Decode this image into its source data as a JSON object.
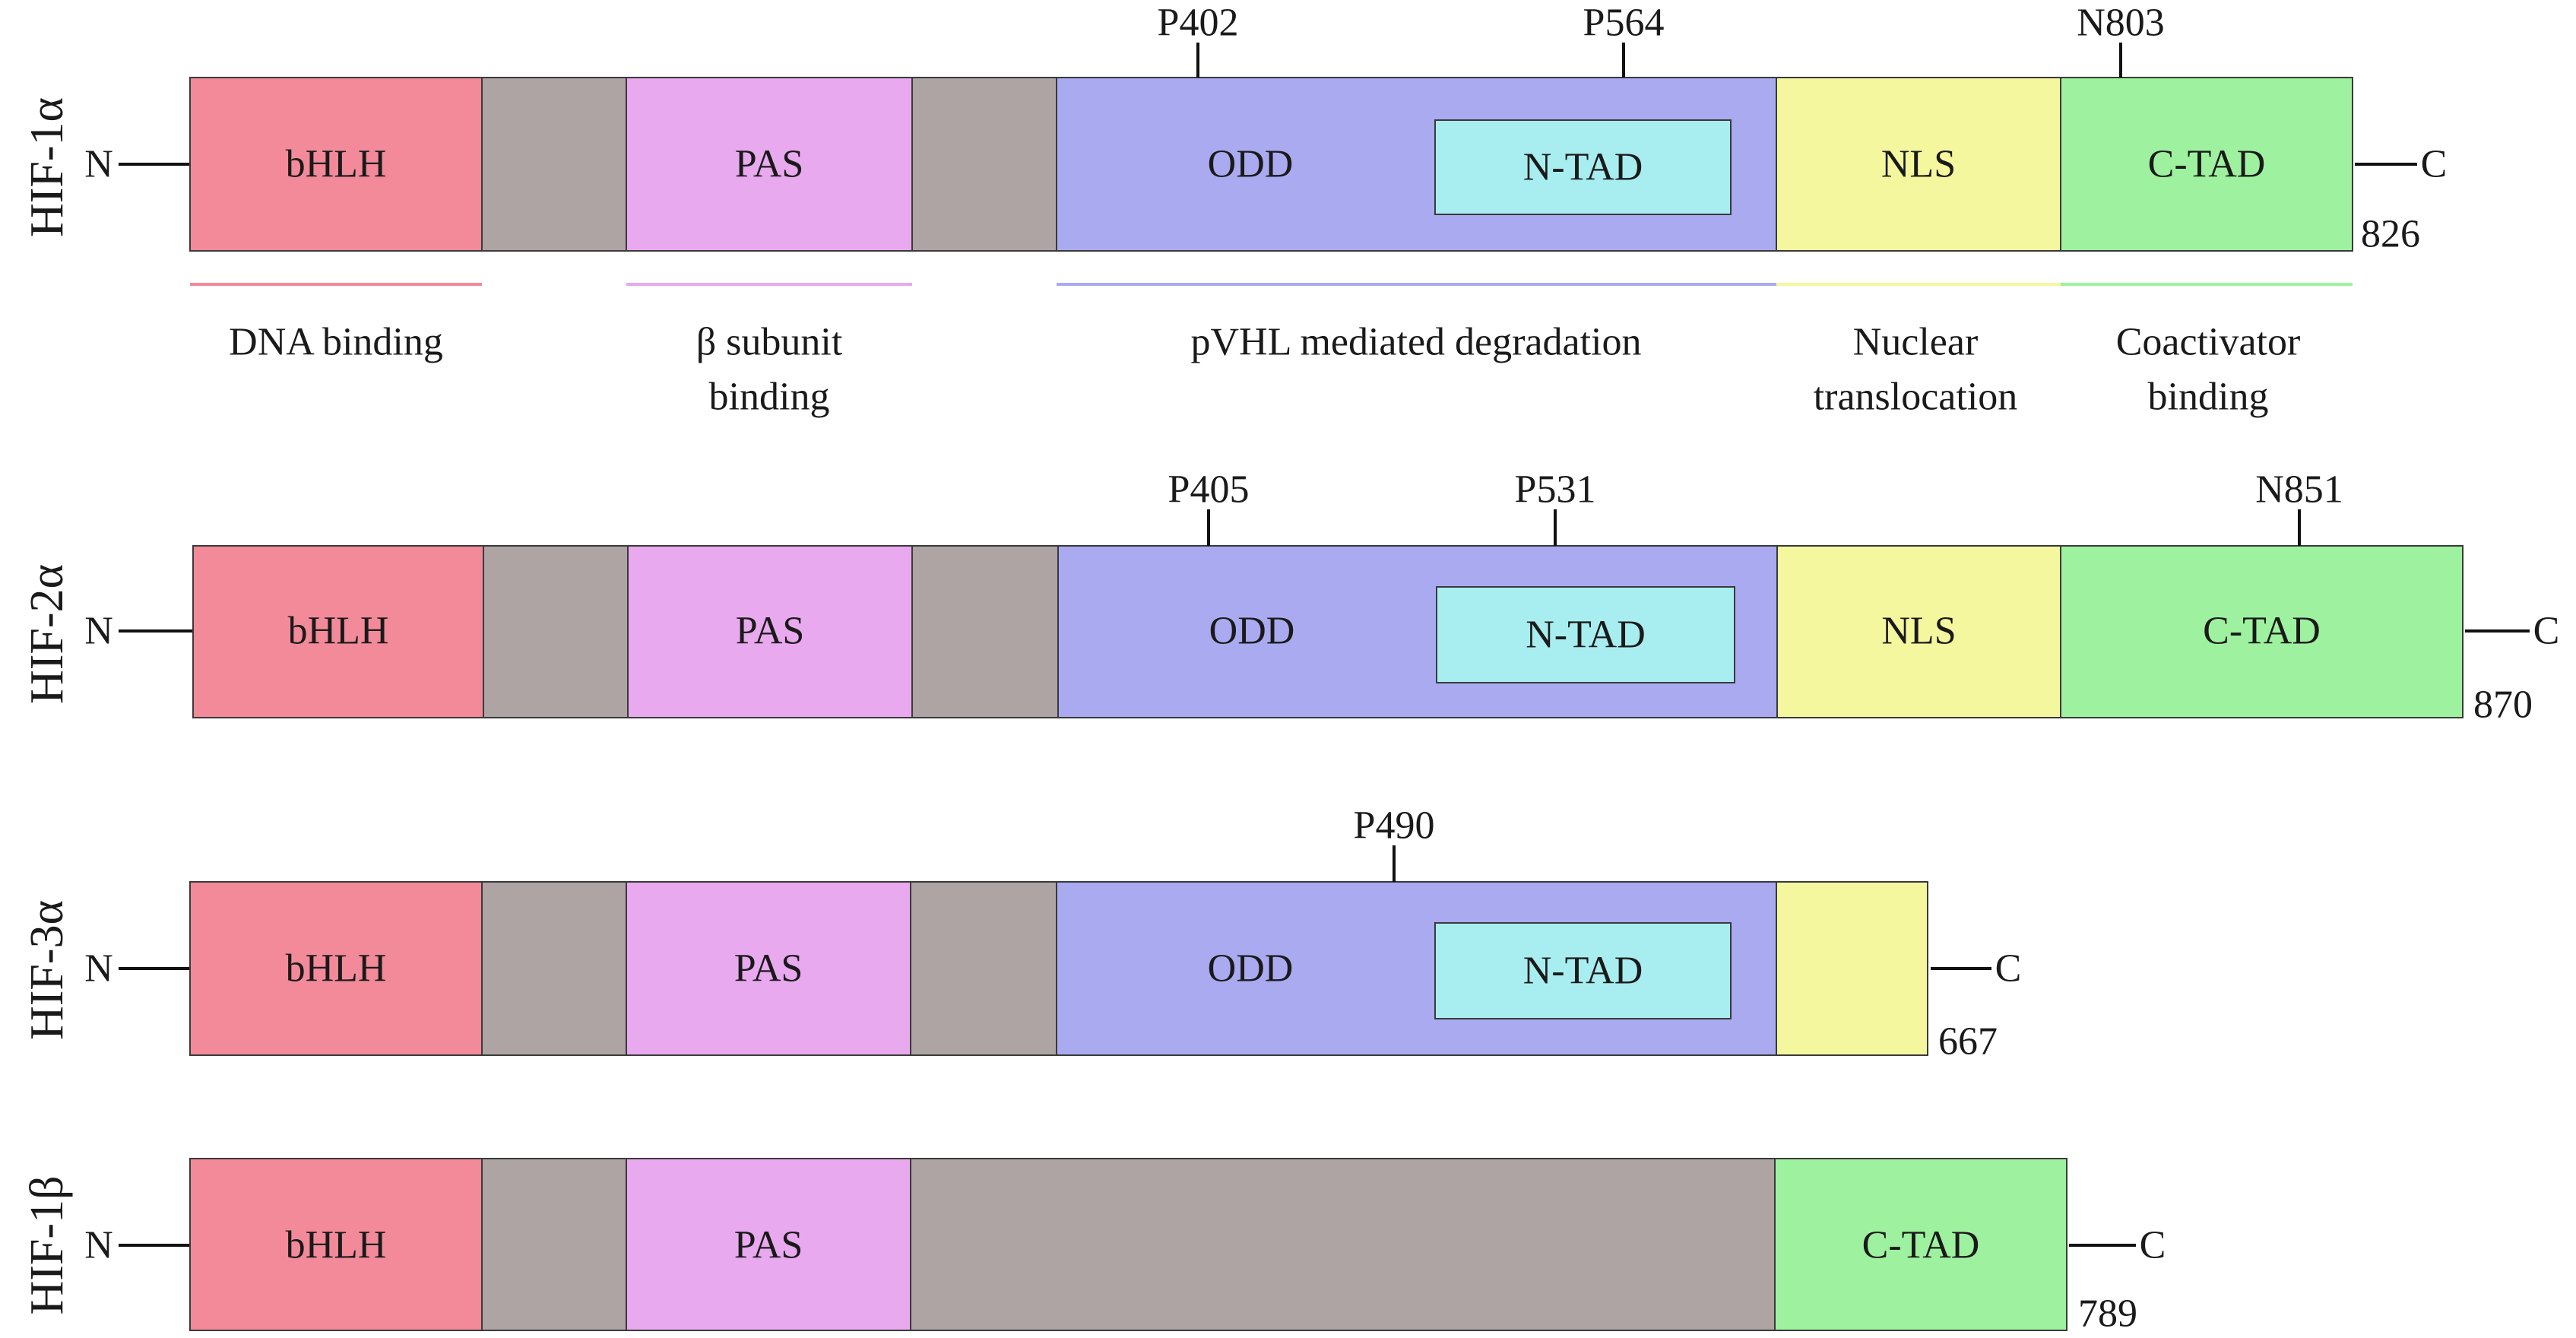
{
  "colors": {
    "bHLH": "#f28a9a",
    "linker": "#aea4a4",
    "PAS": "#e8a9ee",
    "ODD": "#aaaaf1",
    "NTAD": "#a8eef0",
    "NLS": "#f5f79f",
    "CTAD": "#9ef29f",
    "outline": "#3a3a3a"
  },
  "terminal_labels": {
    "n": "N",
    "c": "C"
  },
  "proteins": [
    {
      "name": "HIF-1α",
      "length": "826",
      "domains": [
        {
          "type": "bHLH",
          "label": "bHLH"
        },
        {
          "type": "linker",
          "label": ""
        },
        {
          "type": "PAS",
          "label": "PAS"
        },
        {
          "type": "linker",
          "label": ""
        },
        {
          "type": "ODD",
          "label": "ODD",
          "inner": "N-TAD"
        },
        {
          "type": "NLS",
          "label": "NLS"
        },
        {
          "type": "CTAD",
          "label": "C-TAD"
        }
      ],
      "sites": [
        "P402",
        "P564",
        "N803"
      ]
    },
    {
      "name": "HIF-2α",
      "length": "870",
      "domains": [
        {
          "type": "bHLH",
          "label": "bHLH"
        },
        {
          "type": "linker",
          "label": ""
        },
        {
          "type": "PAS",
          "label": "PAS"
        },
        {
          "type": "linker",
          "label": ""
        },
        {
          "type": "ODD",
          "label": "ODD",
          "inner": "N-TAD"
        },
        {
          "type": "NLS",
          "label": "NLS"
        },
        {
          "type": "CTAD",
          "label": "C-TAD"
        }
      ],
      "sites": [
        "P405",
        "P531",
        "N851"
      ]
    },
    {
      "name": "HIF-3α",
      "length": "667",
      "domains": [
        {
          "type": "bHLH",
          "label": "bHLH"
        },
        {
          "type": "linker",
          "label": ""
        },
        {
          "type": "PAS",
          "label": "PAS"
        },
        {
          "type": "linker",
          "label": ""
        },
        {
          "type": "ODD",
          "label": "ODD",
          "inner": "N-TAD"
        },
        {
          "type": "NLS",
          "label": ""
        }
      ],
      "sites": [
        "P490"
      ]
    },
    {
      "name": "HIF-1β",
      "length": "789",
      "domains": [
        {
          "type": "bHLH",
          "label": "bHLH"
        },
        {
          "type": "linker",
          "label": ""
        },
        {
          "type": "PAS",
          "label": "PAS"
        },
        {
          "type": "linker",
          "label": ""
        },
        {
          "type": "CTAD",
          "label": "C-TAD"
        }
      ],
      "sites": []
    }
  ],
  "functions": [
    {
      "type": "bHLH",
      "lines": [
        "DNA binding"
      ]
    },
    {
      "type": "PAS",
      "lines": [
        "β subunit",
        "binding"
      ]
    },
    {
      "type": "ODD",
      "lines": [
        "pVHL mediated degradation"
      ]
    },
    {
      "type": "NLS",
      "lines": [
        "Nuclear",
        "translocation"
      ]
    },
    {
      "type": "CTAD",
      "lines": [
        "Coactivator",
        "binding"
      ]
    }
  ]
}
